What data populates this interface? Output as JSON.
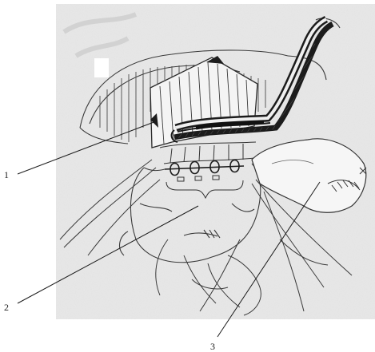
{
  "figure": {
    "callouts": [
      {
        "id": "1",
        "text": "1"
      },
      {
        "id": "2",
        "text": "2"
      },
      {
        "id": "3",
        "text": "3"
      }
    ],
    "colors": {
      "paper": "#ffffff",
      "sketch_background": "#e9e9e9",
      "pencil": "#3a3a3a",
      "dark_fill": "#1c1c1c"
    }
  }
}
